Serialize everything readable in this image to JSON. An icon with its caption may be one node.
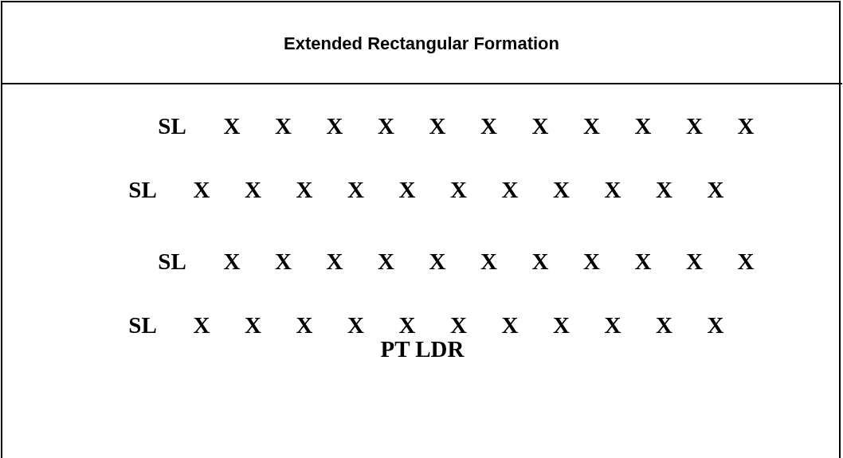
{
  "diagram": {
    "title": "Extended Rectangular Formation",
    "labels": [
      "SL",
      "X",
      "X",
      "X",
      "X",
      "X",
      "X",
      "X",
      "X",
      "X",
      "X",
      "X",
      "SL",
      "X",
      "X",
      "X",
      "X",
      "X",
      "X",
      "X",
      "X",
      "X",
      "X",
      "X",
      "SL",
      "X",
      "X",
      "X",
      "X",
      "X",
      "X",
      "X",
      "X",
      "X",
      "X",
      "X",
      "SL",
      "X",
      "X",
      "X",
      "X",
      "X",
      "X",
      "X",
      "X",
      "X",
      "X",
      "X",
      "PT LDR"
    ]
  }
}
